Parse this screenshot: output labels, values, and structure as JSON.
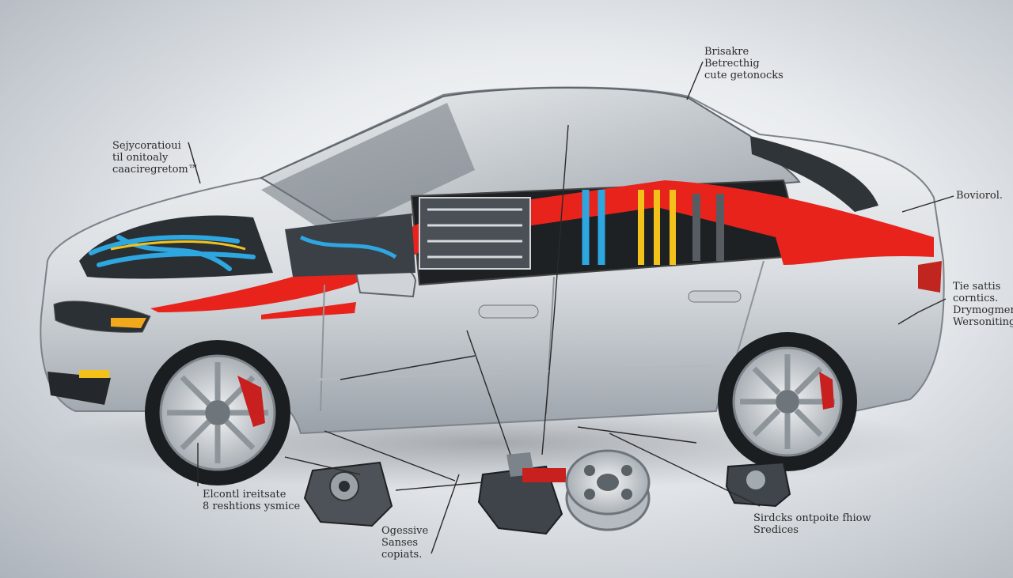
{
  "callouts": {
    "top_left": [
      "Sejycoratioui",
      "til onitoaly",
      "caaciregretom™"
    ],
    "top_right": [
      "Brisakre",
      "Betrecthig",
      "cute getonocks"
    ],
    "right_upper": [
      "Boviorol."
    ],
    "right_lower": [
      "Tie sattis",
      "corntics.",
      "Drymogmeny",
      "Wersoniting"
    ],
    "bottom_left": [
      "Elcontl ireitsate",
      "8 reshtions ysmice"
    ],
    "bottom_center": [
      "Ogessive",
      "Sanses",
      "copiats."
    ],
    "bottom_right": [
      "Sirdcks ontpoite fhiow",
      "Sredices"
    ]
  },
  "colors": {
    "body": "#dfe2e6",
    "accent_stripe": "#e8231c",
    "hose": "#2ea6e0",
    "wire": "#f2c21b",
    "caliper": "#c81f1f"
  },
  "icons": [
    "car-cutaway-icon",
    "engine-icon",
    "brake-caliper-icon",
    "brake-rotor-icon",
    "wheel-icon"
  ]
}
